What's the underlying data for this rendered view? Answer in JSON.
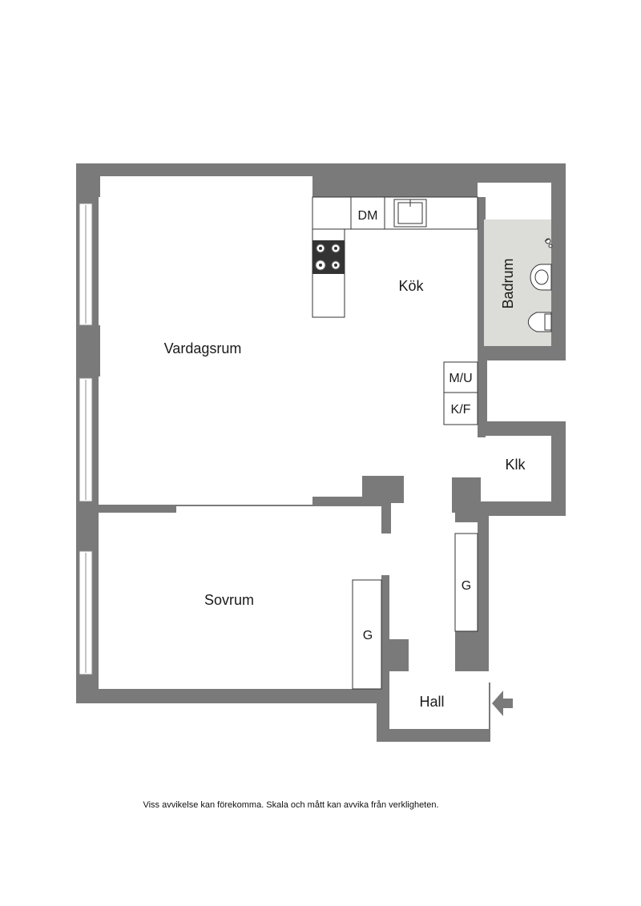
{
  "rooms": {
    "vardagsrum": "Vardagsrum",
    "kok": "Kök",
    "badrum": "Badrum",
    "sovrum": "Sovrum",
    "klk": "Klk",
    "hall": "Hall"
  },
  "fixtures": {
    "dm": "DM",
    "mu": "M/U",
    "kf": "K/F",
    "g_hall": "G",
    "g_sovrum": "G"
  },
  "footer": {
    "disclaimer": "Viss avvikelse kan förekomma. Skala och mått kan avvika från verkligheten."
  },
  "colors": {
    "wall": "#7a7a7a",
    "floor": "#ffffff",
    "bathroom_floor": "#dcdcd8",
    "stove": "#333333"
  }
}
